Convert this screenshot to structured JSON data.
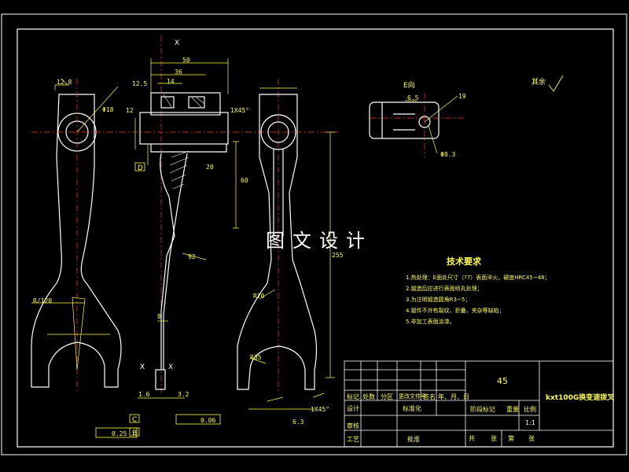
{
  "watermark": "图文设计",
  "view_labels": {
    "view_e": "E向",
    "remaining": "其余",
    "section_x_top": "X",
    "section_x_bottom_left": "X",
    "section_x_bottom_right": "X",
    "datum_d": "D",
    "datum_c": "C",
    "datum_b": "B"
  },
  "dimensions": {
    "d50": "50",
    "d36": "36",
    "d14": "14",
    "d12_8": "12.8",
    "d12_5": "12.5",
    "d1x45_top": "1X45°",
    "d1x45_bottom": "1X45°",
    "d60": "60",
    "d20": "20",
    "d8": "8",
    "d6_5": "6.5",
    "d19": "19",
    "d8_3": "Φ8.3",
    "d18": "Φ18",
    "d12": "12",
    "d120": "R/120",
    "d70": "R70",
    "d35": "R35",
    "d255": "255",
    "d92": "92",
    "d0_06": "0.06",
    "d0_25": "0.25",
    "d1_6": "1.6",
    "d3_2": "3.2",
    "d6_3": "6.3"
  },
  "tech_requirements": {
    "title": "技术要求",
    "items": [
      "1.热处理：E面处尺寸（?7）表面淬火，硬度HRC45~48；",
      "2.锻造后应进行表面喷丸处理；",
      "3.为注明锻造圆角R3~5；",
      "4.锻件不许有裂纹、折叠、夹杂等缺陷；",
      "5.非加工表面涂漆。"
    ]
  },
  "title_block": {
    "material": "45",
    "part_name": "kxt100G换变速拨叉",
    "headers": [
      "标记",
      "处数",
      "分区",
      "更改文件号",
      "签名",
      "年、月、日"
    ],
    "design": "设计",
    "standardize": "标准化",
    "stage_mark": "阶段标记",
    "weight": "重量",
    "scale_label": "比例",
    "scale": "1:1",
    "review": "审核",
    "process": "工艺",
    "approve": "批准",
    "sheets": "共",
    "sheet_of": "张",
    "page": "第",
    "page_of": "张"
  }
}
